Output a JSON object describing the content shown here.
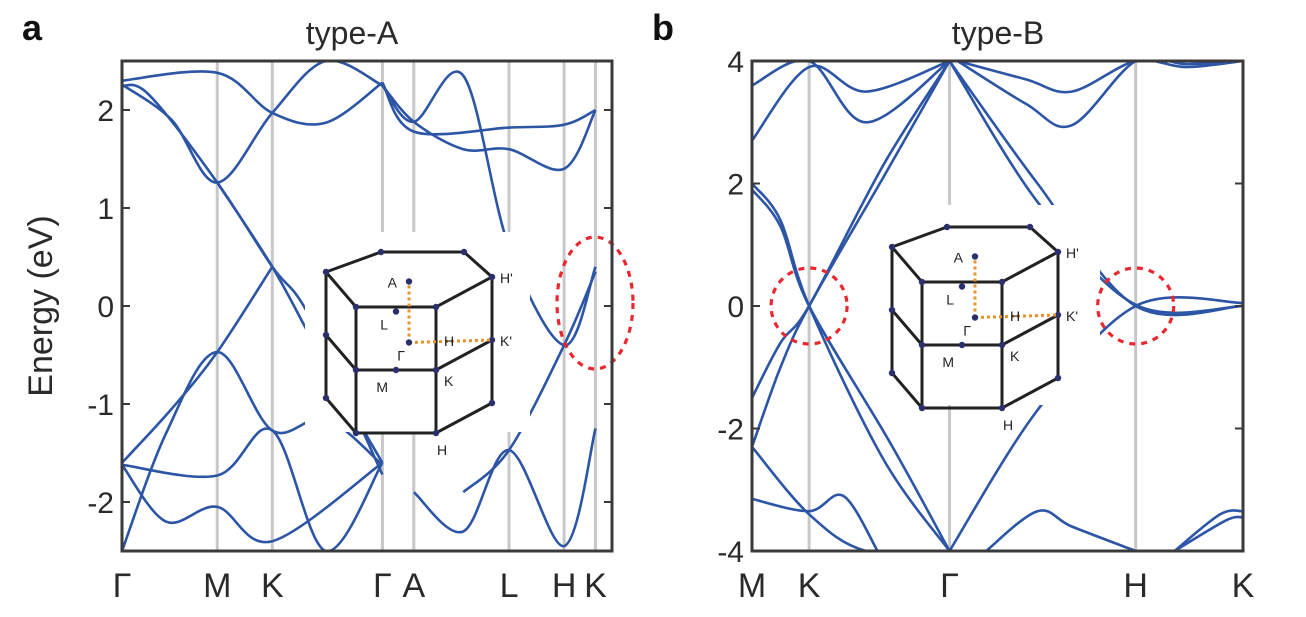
{
  "chart_data": [
    {
      "type": "line",
      "panel_letter": "a",
      "title": "type-A",
      "ylabel": "Energy (eV)",
      "xlabel": "",
      "ylim": [
        -2.5,
        2.5
      ],
      "yticks": [
        2,
        1,
        0,
        -1,
        -2
      ],
      "ytick_labels": [
        "2",
        "1",
        "0",
        "-1",
        "-2"
      ],
      "xlim": [
        0,
        8.9
      ],
      "k_points": [
        {
          "label": "Γ",
          "x": 0.0
        },
        {
          "label": "M",
          "x": 1.73
        },
        {
          "label": "K",
          "x": 2.73
        },
        {
          "label": "Γ",
          "x": 4.73
        },
        {
          "label": "A",
          "x": 5.3
        },
        {
          "label": "L",
          "x": 7.03
        },
        {
          "label": "H",
          "x": 8.03
        },
        {
          "label": "K",
          "x": 8.6
        }
      ],
      "series": [
        {
          "x": [
            0,
            1.73,
            2.73,
            3.7,
            4.73
          ],
          "y": [
            2.3,
            2.38,
            1.97,
            1.87,
            2.28
          ]
        },
        {
          "x": [
            0,
            0.9,
            1.73,
            2.73,
            3.7,
            4.73
          ],
          "y": [
            2.26,
            1.9,
            1.26,
            1.97,
            2.5,
            2.25
          ]
        },
        {
          "x": [
            0,
            0.5,
            1.73,
            2.73,
            3.4,
            4.73
          ],
          "y": [
            2.25,
            2.15,
            1.26,
            0.4,
            -0.1,
            -1.72
          ]
        },
        {
          "x": [
            1.73,
            2.73,
            3.6,
            4.73
          ],
          "y": [
            1.26,
            0.4,
            -0.5,
            -1.6
          ]
        },
        {
          "x": [
            0,
            0.8,
            1.73,
            2.73,
            3.7,
            4.73
          ],
          "y": [
            -2.5,
            -1.3,
            -0.47,
            -1.27,
            -1.15,
            -1.62
          ]
        },
        {
          "x": [
            0,
            0.9,
            1.73,
            2.73
          ],
          "y": [
            -1.6,
            -1.05,
            -0.47,
            0.4
          ]
        },
        {
          "x": [
            0,
            1.73,
            2.73,
            3.7,
            4.73
          ],
          "y": [
            -1.62,
            -1.73,
            -1.27,
            -2.5,
            -1.6
          ]
        },
        {
          "x": [
            0,
            0.8,
            1.73,
            2.73,
            4.73
          ],
          "y": [
            -1.62,
            -2.2,
            -2.05,
            -2.4,
            -1.6
          ]
        },
        {
          "x": [
            4.73,
            5.3,
            7.03,
            8.03,
            8.6
          ],
          "y": [
            2.28,
            1.78,
            1.82,
            1.85,
            2.0
          ]
        },
        {
          "x": [
            4.73,
            5.3,
            6.2,
            7.03,
            8.03,
            8.6
          ],
          "y": [
            2.25,
            1.88,
            2.35,
            0.6,
            -0.4,
            0.4
          ]
        },
        {
          "x": [
            4.73,
            5.3,
            6.2,
            7.03,
            8.03,
            8.6
          ],
          "y": [
            2.25,
            1.88,
            1.6,
            1.6,
            1.4,
            2.0
          ]
        },
        {
          "x": [
            5.3,
            6.2,
            7.03,
            8.03,
            8.6
          ],
          "y": [
            -1.9,
            -2.3,
            -1.47,
            -2.45,
            -1.25
          ]
        },
        {
          "x": [
            6.2,
            7.03,
            8.03,
            8.6
          ],
          "y": [
            -1.9,
            -1.47,
            -0.4,
            0.35
          ]
        }
      ],
      "bz_inset": {
        "labels": [
          "A",
          "H'",
          "L",
          "H",
          "K'",
          "Γ",
          "M",
          "K",
          "H"
        ]
      },
      "highlight": "red dashed ellipse at K between H and K near 0 eV"
    },
    {
      "type": "line",
      "panel_letter": "b",
      "title": "type-B",
      "ylabel": "",
      "xlabel": "",
      "ylim": [
        -4,
        4
      ],
      "yticks": [
        4,
        2,
        0,
        -2,
        -4
      ],
      "ytick_labels": [
        "4",
        "2",
        "0",
        "-2",
        "-4"
      ],
      "xlim": [
        0,
        8.6
      ],
      "k_points": [
        {
          "label": "M",
          "x": 0.0
        },
        {
          "label": "K",
          "x": 1.0
        },
        {
          "label": "Γ",
          "x": 3.46
        },
        {
          "label": "H",
          "x": 6.72
        },
        {
          "label": "K",
          "x": 8.6
        }
      ],
      "series": [
        {
          "x": [
            0,
            1.0,
            2.0,
            3.46
          ],
          "y": [
            3.6,
            4.0,
            3.0,
            4.0
          ]
        },
        {
          "x": [
            0,
            1.0,
            2.0,
            3.46
          ],
          "y": [
            2.7,
            3.9,
            3.5,
            4.0
          ]
        },
        {
          "x": [
            0,
            0.5,
            1.0,
            2.3,
            3.46
          ],
          "y": [
            2.0,
            1.4,
            0.0,
            -2.5,
            -4.0
          ]
        },
        {
          "x": [
            0,
            0.5,
            1.0,
            2.4,
            3.46
          ],
          "y": [
            1.9,
            1.3,
            0.0,
            -2.2,
            -4.0
          ]
        },
        {
          "x": [
            0,
            0.5,
            1.0,
            2.3,
            3.46
          ],
          "y": [
            -1.5,
            -0.6,
            0.0,
            2.3,
            4.0
          ]
        },
        {
          "x": [
            0,
            0.5,
            1.0,
            2.3,
            3.46
          ],
          "y": [
            -2.3,
            -1.0,
            0.0,
            2.1,
            4.0
          ]
        },
        {
          "x": [
            0,
            1.0,
            2.0,
            3.46
          ],
          "y": [
            -2.3,
            -3.4,
            -4.0,
            -4.0
          ]
        },
        {
          "x": [
            0,
            1.0,
            1.6,
            2.2
          ],
          "y": [
            -3.15,
            -3.35,
            -3.1,
            -4.0
          ]
        },
        {
          "x": [
            3.46,
            5.0,
            6.72,
            8.6
          ],
          "y": [
            4.0,
            1.7,
            0.02,
            0.0
          ]
        },
        {
          "x": [
            3.46,
            5.0,
            6.72,
            8.6
          ],
          "y": [
            -4.0,
            -1.7,
            0.0,
            0.05
          ]
        },
        {
          "x": [
            3.46,
            5.0,
            6.72,
            8.6
          ],
          "y": [
            4.0,
            2.0,
            0.0,
            0.0
          ]
        },
        {
          "x": [
            3.6,
            4.8,
            5.6,
            6.72,
            7.6,
            8.6
          ],
          "y": [
            4.0,
            3.3,
            2.95,
            4.0,
            3.95,
            4.0
          ]
        },
        {
          "x": [
            3.6,
            4.8,
            5.6,
            6.72,
            7.6,
            8.6
          ],
          "y": [
            4.0,
            3.7,
            3.5,
            4.0,
            3.9,
            4.0
          ]
        },
        {
          "x": [
            4.1,
            5.0,
            5.6,
            6.72
          ],
          "y": [
            -4.0,
            -3.35,
            -3.6,
            -4.0
          ]
        },
        {
          "x": [
            7.4,
            8.2,
            8.6
          ],
          "y": [
            -4.0,
            -3.4,
            -3.35
          ]
        },
        {
          "x": [
            7.4,
            8.3,
            8.6
          ],
          "y": [
            -4.0,
            -3.5,
            -3.45
          ]
        }
      ],
      "bz_inset": {
        "labels": [
          "A",
          "H'",
          "L",
          "H",
          "K'",
          "Γ",
          "M",
          "K",
          "H"
        ]
      },
      "highlight": "red dashed circles at K and H near 0 eV"
    }
  ]
}
